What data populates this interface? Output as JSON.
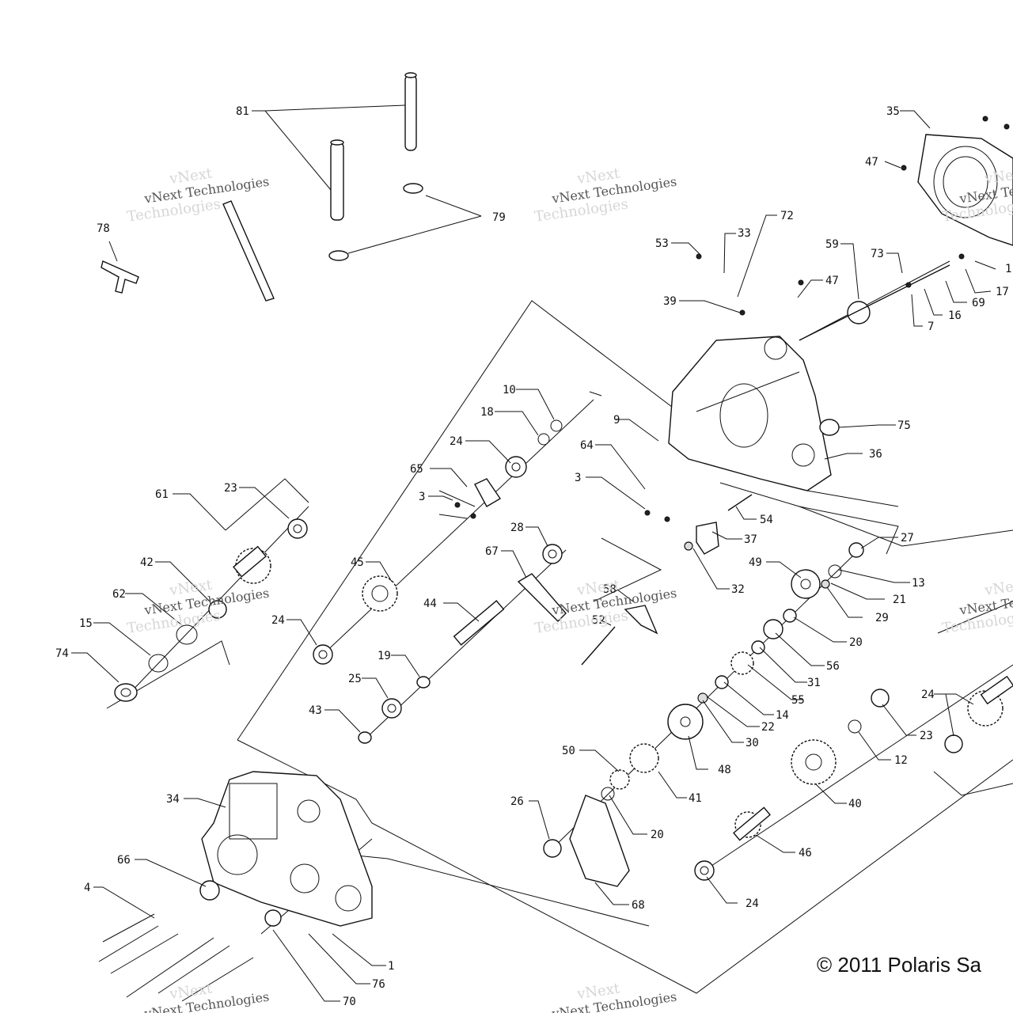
{
  "copyright": "© 2011 Polaris Sa",
  "watermark": {
    "line1": "vNext",
    "line2": "vNext Technologies",
    "line3": "Technologies"
  },
  "callouts": [
    "81",
    "79",
    "78",
    "35",
    "47",
    "1",
    "17",
    "69",
    "16",
    "7",
    "73",
    "59",
    "72",
    "33",
    "53",
    "39",
    "47",
    "10",
    "18",
    "9",
    "24",
    "65",
    "3",
    "64",
    "3",
    "75",
    "36",
    "54",
    "37",
    "32",
    "27",
    "13",
    "21",
    "29",
    "49",
    "20",
    "56",
    "31",
    "55",
    "14",
    "22",
    "30",
    "48",
    "41",
    "50",
    "20",
    "26",
    "68",
    "40",
    "46",
    "24",
    "23",
    "12",
    "24",
    "23",
    "61",
    "42",
    "62",
    "15",
    "74",
    "24",
    "45",
    "44",
    "43",
    "25",
    "19",
    "28",
    "67",
    "58",
    "52",
    "34",
    "66",
    "4",
    "1",
    "76",
    "70"
  ]
}
